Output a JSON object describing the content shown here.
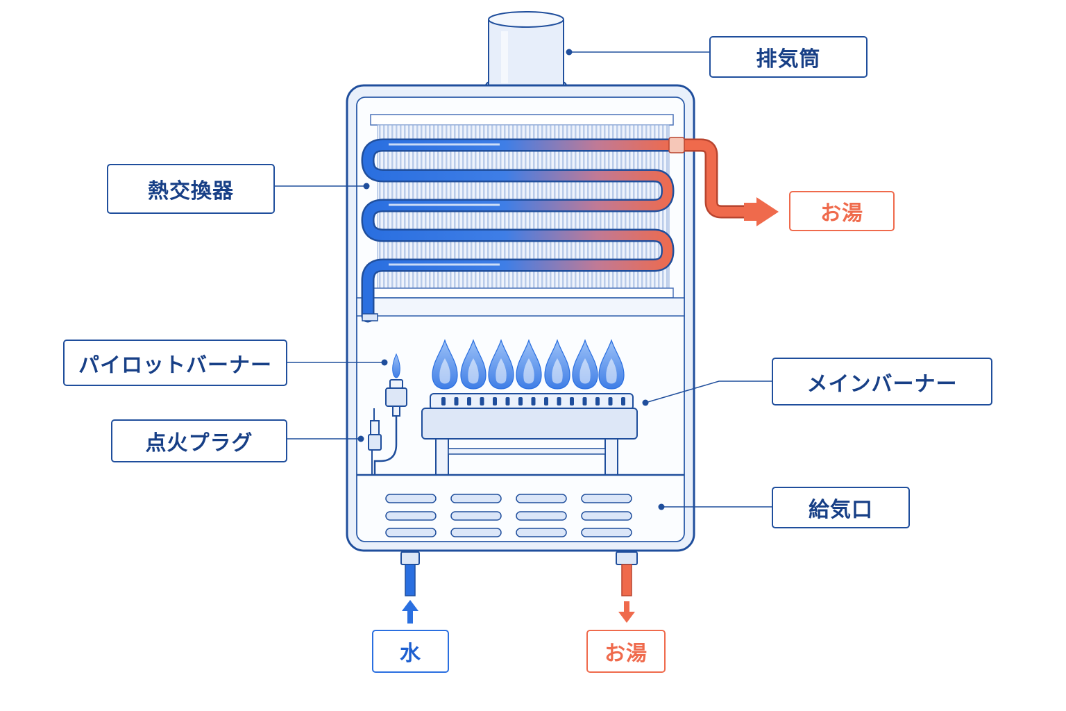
{
  "labels": {
    "exhaust_pipe": "排気筒",
    "heat_exchanger": "熱交換器",
    "hot_water_out": "お湯",
    "pilot_burner": "パイロットバーナー",
    "main_burner": "メインバーナー",
    "ignition_plug": "点火プラグ",
    "air_intake": "給気口",
    "water_in": "水",
    "hot_water_bottom": "お湯"
  },
  "colors": {
    "outline": "#1f4e9c",
    "cold": "#2a6fe0",
    "hot": "#ef6a4c",
    "flame": "#4f8ef0",
    "panel_fill": "#eef3fc",
    "fin_fill": "#c9d8f0"
  }
}
